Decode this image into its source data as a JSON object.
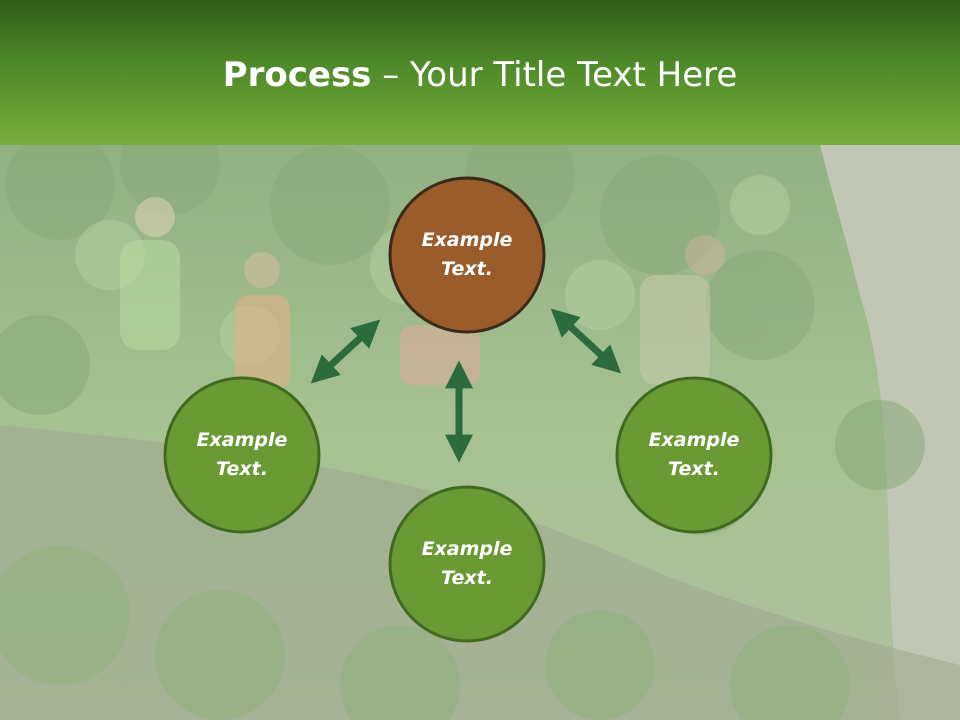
{
  "title": {
    "bold": "Process",
    "rest": " – Your Title Text Here"
  },
  "nodes": {
    "top": {
      "line1": "Example",
      "line2": "Text."
    },
    "left": {
      "line1": "Example",
      "line2": "Text."
    },
    "right": {
      "line1": "Example",
      "line2": "Text."
    },
    "bottom": {
      "line1": "Example",
      "line2": "Text."
    }
  },
  "colors": {
    "title_bar_top": "#2f5d18",
    "title_bar_bottom": "#77ad3c",
    "node_green": "#6a9a34",
    "node_brown": "#9a5c2b",
    "node_border": "#3a2a1a",
    "arrow": "#2b6b3c"
  }
}
